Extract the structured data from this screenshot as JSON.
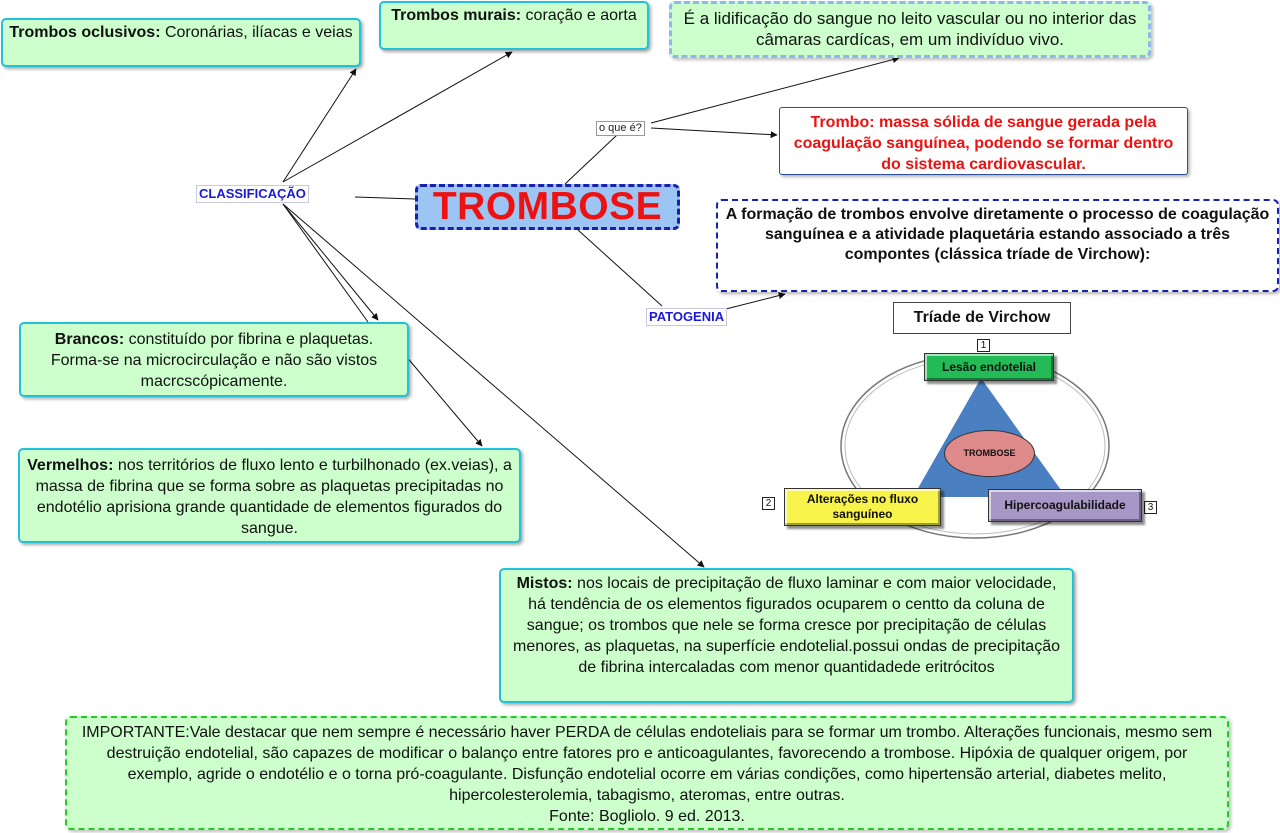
{
  "central_title": "TROMBOSE",
  "labels": {
    "classificacao": "CLASSIFICAÇÃO",
    "o_que_e": "o que é?",
    "patogenia": "PATOGENIA"
  },
  "classification": {
    "oclusivos": {
      "title": "Trombos oclusivos:",
      "text": " Coronárias, ilíacas e veias"
    },
    "murais": {
      "title": "Trombos murais:",
      "text": " coração e aorta"
    },
    "brancos": {
      "title": "Brancos:",
      "text": " constituído por fibrina e plaquetas. Forma-se na microcirculação e não são vistos macrcscópicamente."
    },
    "vermelhos": {
      "title": "Vermelhos:",
      "text": " nos territórios de fluxo lento e turbilhonado (ex.veias), a massa de fibrina que se forma sobre as plaquetas precipitadas no endotélio aprisiona grande quantidade de elementos figurados do sangue."
    },
    "mistos": {
      "title": "Mistos:",
      "text": " nos locais de precipitação de fluxo laminar e com maior velocidade, há tendência de os elementos figurados ocuparem o centto da coluna de sangue; os trombos que nele se forma cresce por precipitação de células menores, as plaquetas, na superfície endotelial.possui ondas de precipitação de fibrina intercaladas com menor quantidadede eritrócitos"
    }
  },
  "definition": "É a lidificação do sangue no leito vascular ou no interior das câmaras cardícas, em um indivíduo vivo.",
  "trombo_definition": "Trombo: massa sólida de sangue gerada pela coagulação sanguínea, podendo se formar dentro do sistema cardiovascular.",
  "pathogenesis": "A formação de trombos envolve diretamente o processo de coagulação sanguínea e a atividade plaquetária estando associado a três compontes (clássica tríade de Virchow):",
  "virchow": {
    "title": "Tríade de Virchow",
    "center": "TROMBOSE",
    "items": [
      {
        "number": "1",
        "label": "Lesão endotelial",
        "color": "#22bb55"
      },
      {
        "number": "2",
        "label": "Alterações no fluxo sanguíneo",
        "color": "#f7f34a"
      },
      {
        "number": "3",
        "label": "Hipercoagulabilidade",
        "color": "#a797c7"
      }
    ],
    "triangle_color": "#4a7fc1"
  },
  "important": "IMPORTANTE:Vale destacar que nem sempre é necessário haver PERDA de células endoteliais para se formar um trombo. Alterações funcionais, mesmo sem destruição endotelial, são capazes de modificar o balanço entre fatores pro e anticoagulantes, favorecendo a trombose. Hipóxia de qualquer origem, por exemplo, agride o endotélio e o torna pró-coagulante. Disfunção endotelial ocorre em várias condições, como hipertensão arterial, diabetes melito, hipercolesterolemia, tabagismo, ateromas, entre outras.",
  "source": "Fonte: Bogliolo. 9 ed. 2013.",
  "colors": {
    "box_fill": "#ccffcc",
    "box_border": "#22c1d9",
    "accent_red": "#ee1111",
    "label_blue": "#1a1ad6",
    "central_fill": "#9cc5f3"
  }
}
